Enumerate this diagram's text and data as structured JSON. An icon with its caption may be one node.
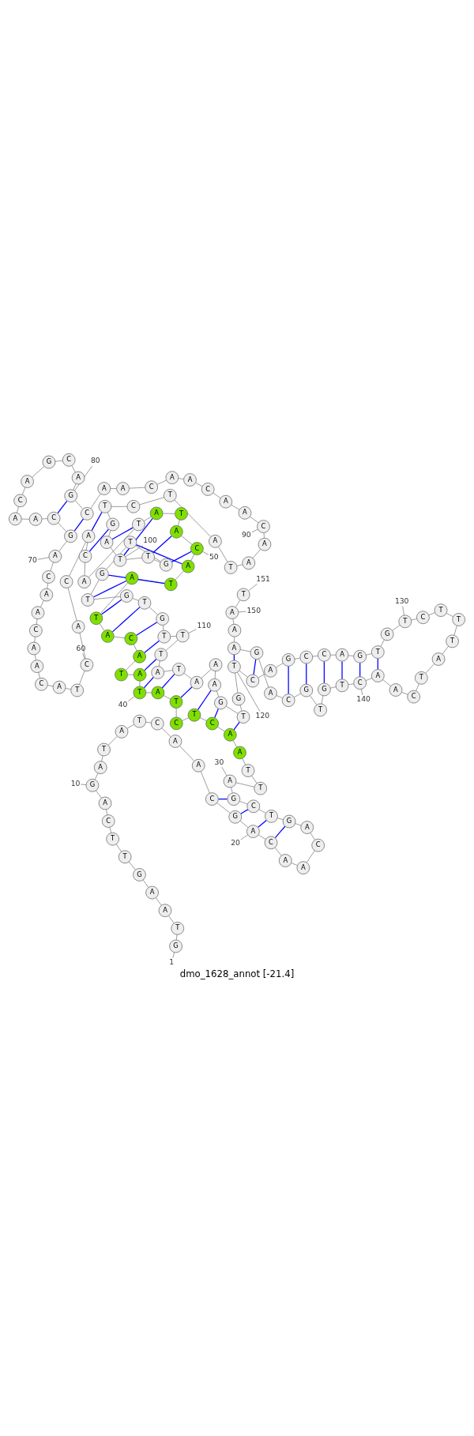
{
  "diagram": {
    "caption": "dmo_1628_annot [-21.4]",
    "nodes": [
      {
        "text": [
          "G"
        ]
      },
      {
        "text": [
          "T"
        ]
      },
      {
        "text": [
          "A"
        ]
      },
      {
        "text": [
          "A"
        ]
      },
      {
        "text": [
          "G"
        ]
      },
      {
        "text": [
          "T"
        ]
      },
      {
        "text": [
          "T"
        ]
      },
      {
        "text": [
          "C"
        ]
      },
      {
        "text": [
          "A"
        ]
      },
      {
        "text": [
          "G"
        ]
      },
      {
        "text": [
          "A"
        ]
      },
      {
        "text": [
          "T"
        ]
      },
      {
        "text": [
          "A"
        ]
      },
      {
        "text": [
          "T"
        ]
      },
      {
        "text": [
          "C"
        ]
      },
      {
        "text": [
          "A"
        ]
      },
      {
        "text": [
          "A"
        ]
      },
      {
        "text": [
          "C"
        ]
      },
      {
        "text": [
          "G"
        ]
      },
      {
        "text": [
          "A"
        ]
      },
      {
        "text": [
          "C"
        ]
      },
      {
        "text": [
          "A"
        ]
      },
      {
        "text": [
          "A"
        ]
      },
      {
        "text": [
          "C"
        ]
      },
      {
        "text": [
          "A"
        ]
      },
      {
        "text": [
          "G"
        ]
      },
      {
        "text": [
          "T"
        ]
      },
      {
        "text": [
          "C"
        ]
      },
      {
        "text": [
          "G"
        ]
      },
      {
        "text": [
          "A"
        ]
      },
      {
        "text": [
          "T"
        ]
      },
      {
        "text": [
          "T"
        ]
      },
      {
        "text": [
          "A"
        ]
      },
      {
        "text": [
          "A"
        ]
      },
      {
        "text": [
          "C"
        ]
      },
      {
        "text": [
          "T"
        ]
      },
      {
        "text": [
          "C"
        ]
      },
      {
        "text": [
          "T"
        ]
      },
      {
        "text": [
          "A"
        ]
      },
      {
        "text": [
          "T"
        ]
      },
      {
        "text": [
          "A"
        ]
      },
      {
        "text": [
          "T"
        ]
      },
      {
        "text": [
          "A"
        ]
      },
      {
        "text": [
          "C"
        ]
      },
      {
        "text": [
          "A"
        ]
      },
      {
        "text": [
          "T"
        ]
      },
      {
        "text": [
          "A"
        ]
      },
      {
        "text": [
          "T"
        ]
      },
      {
        "text": [
          "A"
        ]
      },
      {
        "text": [
          "C"
        ]
      },
      {
        "text": [
          "A"
        ]
      },
      {
        "text": [
          "T"
        ]
      },
      {
        "text": [
          "A"
        ]
      },
      {
        "text": [
          "T"
        ]
      },
      {
        "text": [
          "A"
        ]
      },
      {
        "text": [
          "C"
        ]
      },
      {
        "text": [
          "A"
        ]
      },
      {
        "text": [
          "C"
        ]
      },
      {
        "text": [
          "A"
        ]
      },
      {
        "text": [
          "C"
        ]
      },
      {
        "text": [
          "T"
        ]
      },
      {
        "text": [
          "A"
        ]
      },
      {
        "text": [
          "C"
        ]
      },
      {
        "text": [
          "A"
        ]
      },
      {
        "text": [
          "A"
        ]
      },
      {
        "text": [
          "C"
        ]
      },
      {
        "text": [
          "A"
        ]
      },
      {
        "text": [
          "A"
        ]
      },
      {
        "text": [
          "C"
        ]
      },
      {
        "text": [
          "A"
        ]
      },
      {
        "text": [
          "G"
        ]
      },
      {
        "text": [
          "C"
        ]
      },
      {
        "text": [
          "A"
        ]
      },
      {
        "text": [
          "A"
        ]
      },
      {
        "text": [
          "C"
        ]
      },
      {
        "text": [
          "A"
        ]
      },
      {
        "text": [
          "G"
        ]
      },
      {
        "text": [
          "C"
        ]
      },
      {
        "text": [
          "A"
        ]
      },
      {
        "text": [
          "G"
        ]
      },
      {
        "text": [
          "C"
        ]
      },
      {
        "text": [
          "A"
        ]
      },
      {
        "text": [
          "A"
        ]
      },
      {
        "text": [
          "C"
        ]
      },
      {
        "text": [
          "A"
        ]
      },
      {
        "text": [
          "A"
        ]
      },
      {
        "text": [
          "C"
        ]
      },
      {
        "text": [
          "A"
        ]
      },
      {
        "text": [
          "A"
        ]
      },
      {
        "text": [
          "C"
        ]
      },
      {
        "text": [
          "A"
        ]
      },
      {
        "text": [
          "A"
        ]
      },
      {
        "text": [
          "T"
        ]
      },
      {
        "text": [
          "A"
        ]
      },
      {
        "text": [
          "T"
        ]
      },
      {
        "text": [
          "C"
        ]
      },
      {
        "text": [
          "T"
        ]
      },
      {
        "text": [
          "G"
        ]
      },
      {
        "text": [
          "A"
        ]
      },
      {
        "text": [
          "T"
        ]
      },
      {
        "text": [
          "T"
        ]
      },
      {
        "text": [
          "G"
        ]
      },
      {
        "text": [
          "T"
        ]
      },
      {
        "text": [
          "G"
        ]
      },
      {
        "text": [
          "T"
        ]
      },
      {
        "text": [
          "G"
        ]
      },
      {
        "text": [
          "T"
        ]
      },
      {
        "text": [
          "G"
        ]
      },
      {
        "text": [
          "T"
        ]
      },
      {
        "text": [
          "T"
        ]
      },
      {
        "text": [
          "T"
        ]
      },
      {
        "text": [
          "A"
        ]
      },
      {
        "text": [
          "T"
        ]
      },
      {
        "text": [
          "A"
        ]
      },
      {
        "text": [
          "A"
        ]
      },
      {
        "text": [
          "A"
        ]
      },
      {
        "text": [
          "G"
        ]
      },
      {
        "text": [
          "T"
        ]
      },
      {
        "text": [
          "G"
        ]
      },
      {
        "text": [
          "T"
        ]
      },
      {
        "text": [
          "C"
        ]
      },
      {
        "text": [
          "A"
        ]
      },
      {
        "text": [
          "G"
        ]
      },
      {
        "text": [
          "C"
        ]
      },
      {
        "text": [
          "C"
        ]
      },
      {
        "text": [
          "A"
        ]
      },
      {
        "text": [
          "G"
        ]
      },
      {
        "text": [
          "T"
        ]
      },
      {
        "text": [
          "G"
        ]
      },
      {
        "text": [
          "T"
        ]
      },
      {
        "text": [
          "C"
        ]
      },
      {
        "text": [
          "T"
        ]
      },
      {
        "text": [
          "T"
        ]
      },
      {
        "text": [
          "T"
        ]
      },
      {
        "text": [
          "A"
        ]
      },
      {
        "text": [
          "T"
        ]
      },
      {
        "text": [
          "C"
        ]
      },
      {
        "text": [
          "A"
        ]
      },
      {
        "text": [
          "A"
        ]
      },
      {
        "text": [
          "C"
        ]
      },
      {
        "text": [
          "T"
        ]
      },
      {
        "text": [
          "G"
        ]
      },
      {
        "text": [
          "T"
        ]
      },
      {
        "text": [
          "G"
        ]
      },
      {
        "text": [
          "C"
        ]
      },
      {
        "text": [
          "A"
        ]
      },
      {
        "text": [
          "G"
        ]
      },
      {
        "text": [
          "A"
        ]
      },
      {
        "text": [
          "A"
        ]
      },
      {
        "text": [
          "A"
        ]
      },
      {
        "text": [
          "T"
        ]
      },
      {
        "text": [
          "1"
        ]
      },
      {
        "text": [
          "10"
        ]
      },
      {
        "text": [
          "20"
        ]
      },
      {
        "text": [
          "30"
        ]
      },
      {
        "text": [
          "40"
        ]
      },
      {
        "text": [
          "50"
        ]
      },
      {
        "text": [
          "60"
        ]
      },
      {
        "text": [
          "70"
        ]
      },
      {
        "text": [
          "80"
        ]
      },
      {
        "text": [
          "90"
        ]
      },
      {
        "text": [
          "100"
        ]
      },
      {
        "text": [
          "110"
        ]
      },
      {
        "text": [
          "120"
        ]
      },
      {
        "text": [
          "130"
        ]
      },
      {
        "text": [
          "140"
        ]
      },
      {
        "text": [
          "150"
        ]
      },
      {
        "text": [
          "151"
        ]
      }
    ],
    "edges": [
      {
        "from": 0,
        "to": 1,
        "arrow": "none"
      },
      {
        "from": 1,
        "to": 2,
        "arrow": "none"
      },
      {
        "from": 2,
        "to": 3,
        "arrow": "none"
      },
      {
        "from": 3,
        "to": 4,
        "arrow": "none"
      },
      {
        "from": 4,
        "to": 5,
        "arrow": "none"
      },
      {
        "from": 5,
        "to": 6,
        "arrow": "none"
      },
      {
        "from": 6,
        "to": 7,
        "arrow": "none"
      },
      {
        "from": 7,
        "to": 8,
        "arrow": "none"
      },
      {
        "from": 8,
        "to": 9,
        "arrow": "none"
      },
      {
        "from": 9,
        "to": 10,
        "arrow": "none"
      },
      {
        "from": 10,
        "to": 11,
        "arrow": "none"
      },
      {
        "from": 11,
        "to": 12,
        "arrow": "none"
      },
      {
        "from": 12,
        "to": 13,
        "arrow": "none"
      },
      {
        "from": 13,
        "to": 14,
        "arrow": "none"
      },
      {
        "from": 14,
        "to": 15,
        "arrow": "none"
      },
      {
        "from": 15,
        "to": 16,
        "arrow": "none"
      },
      {
        "from": 16,
        "to": 17,
        "arrow": "none"
      },
      {
        "from": 17,
        "to": 18,
        "arrow": "none"
      },
      {
        "from": 18,
        "to": 19,
        "arrow": "none"
      },
      {
        "from": 19,
        "to": 20,
        "arrow": "none"
      },
      {
        "from": 20,
        "to": 21,
        "arrow": "none"
      },
      {
        "from": 21,
        "to": 22,
        "arrow": "none"
      },
      {
        "from": 22,
        "to": 23,
        "arrow": "none"
      },
      {
        "from": 23,
        "to": 24,
        "arrow": "none"
      },
      {
        "from": 24,
        "to": 25,
        "arrow": "none"
      },
      {
        "from": 25,
        "to": 26,
        "arrow": "none"
      },
      {
        "from": 26,
        "to": 27,
        "arrow": "none"
      },
      {
        "from": 27,
        "to": 28,
        "arrow": "none"
      },
      {
        "from": 28,
        "to": 29,
        "arrow": "none"
      },
      {
        "from": 29,
        "to": 30,
        "arrow": "none"
      },
      {
        "from": 30,
        "to": 31,
        "arrow": "none"
      },
      {
        "from": 31,
        "to": 32,
        "arrow": "none"
      },
      {
        "from": 32,
        "to": 33,
        "arrow": "none"
      },
      {
        "from": 33,
        "to": 34,
        "arrow": "none"
      },
      {
        "from": 34,
        "to": 35,
        "arrow": "none"
      },
      {
        "from": 35,
        "to": 36,
        "arrow": "none"
      },
      {
        "from": 36,
        "to": 37,
        "arrow": "none"
      },
      {
        "from": 37,
        "to": 38,
        "arrow": "none"
      },
      {
        "from": 38,
        "to": 39,
        "arrow": "none"
      },
      {
        "from": 39,
        "to": 40,
        "arrow": "none"
      },
      {
        "from": 40,
        "to": 41,
        "arrow": "none"
      },
      {
        "from": 41,
        "to": 42,
        "arrow": "none"
      },
      {
        "from": 42,
        "to": 43,
        "arrow": "none"
      },
      {
        "from": 43,
        "to": 44,
        "arrow": "none"
      },
      {
        "from": 44,
        "to": 45,
        "arrow": "none"
      },
      {
        "from": 45,
        "to": 46,
        "arrow": "none"
      },
      {
        "from": 46,
        "to": 47,
        "arrow": "none"
      },
      {
        "from": 47,
        "to": 48,
        "arrow": "none"
      },
      {
        "from": 48,
        "to": 49,
        "arrow": "none"
      },
      {
        "from": 49,
        "to": 50,
        "arrow": "none"
      },
      {
        "from": 50,
        "to": 51,
        "arrow": "none"
      },
      {
        "from": 51,
        "to": 52,
        "arrow": "none"
      },
      {
        "from": 52,
        "to": 53,
        "arrow": "none"
      },
      {
        "from": 53,
        "to": 54,
        "arrow": "none"
      },
      {
        "from": 54,
        "to": 55,
        "arrow": "none"
      },
      {
        "from": 55,
        "to": 56,
        "arrow": "none"
      },
      {
        "from": 56,
        "to": 57,
        "arrow": "none"
      },
      {
        "from": 57,
        "to": 58,
        "arrow": "none"
      },
      {
        "from": 58,
        "to": 59,
        "arrow": "none"
      },
      {
        "from": 59,
        "to": 60,
        "arrow": "none"
      },
      {
        "from": 60,
        "to": 61,
        "arrow": "none"
      },
      {
        "from": 61,
        "to": 62,
        "arrow": "none"
      },
      {
        "from": 62,
        "to": 63,
        "arrow": "none"
      },
      {
        "from": 63,
        "to": 64,
        "arrow": "none"
      },
      {
        "from": 64,
        "to": 65,
        "arrow": "none"
      },
      {
        "from": 65,
        "to": 66,
        "arrow": "none"
      },
      {
        "from": 66,
        "to": 67,
        "arrow": "none"
      },
      {
        "from": 67,
        "to": 68,
        "arrow": "none"
      },
      {
        "from": 68,
        "to": 69,
        "arrow": "none"
      },
      {
        "from": 69,
        "to": 70,
        "arrow": "none"
      },
      {
        "from": 70,
        "to": 71,
        "arrow": "none"
      },
      {
        "from": 71,
        "to": 72,
        "arrow": "none"
      },
      {
        "from": 72,
        "to": 73,
        "arrow": "none"
      },
      {
        "from": 73,
        "to": 74,
        "arrow": "none"
      },
      {
        "from": 74,
        "to": 75,
        "arrow": "none"
      },
      {
        "from": 75,
        "to": 76,
        "arrow": "none"
      },
      {
        "from": 76,
        "to": 77,
        "arrow": "none"
      },
      {
        "from": 77,
        "to": 78,
        "arrow": "none"
      },
      {
        "from": 78,
        "to": 79,
        "arrow": "none"
      },
      {
        "from": 79,
        "to": 80,
        "arrow": "none"
      },
      {
        "from": 80,
        "to": 81,
        "arrow": "none"
      },
      {
        "from": 81,
        "to": 82,
        "arrow": "none"
      },
      {
        "from": 82,
        "to": 83,
        "arrow": "none"
      },
      {
        "from": 83,
        "to": 84,
        "arrow": "none"
      },
      {
        "from": 84,
        "to": 85,
        "arrow": "none"
      },
      {
        "from": 85,
        "to": 86,
        "arrow": "none"
      },
      {
        "from": 86,
        "to": 87,
        "arrow": "none"
      },
      {
        "from": 87,
        "to": 88,
        "arrow": "none"
      },
      {
        "from": 88,
        "to": 89,
        "arrow": "none"
      },
      {
        "from": 89,
        "to": 90,
        "arrow": "none"
      },
      {
        "from": 90,
        "to": 91,
        "arrow": "none"
      },
      {
        "from": 91,
        "to": 92,
        "arrow": "none"
      },
      {
        "from": 92,
        "to": 93,
        "arrow": "none"
      },
      {
        "from": 93,
        "to": 94,
        "arrow": "none"
      },
      {
        "from": 94,
        "to": 95,
        "arrow": "none"
      },
      {
        "from": 95,
        "to": 96,
        "arrow": "none"
      },
      {
        "from": 96,
        "to": 97,
        "arrow": "none"
      },
      {
        "from": 97,
        "to": 98,
        "arrow": "none"
      },
      {
        "from": 98,
        "to": 99,
        "arrow": "none"
      },
      {
        "from": 99,
        "to": 100,
        "arrow": "none"
      },
      {
        "from": 100,
        "to": 101,
        "arrow": "none"
      },
      {
        "from": 101,
        "to": 102,
        "arrow": "none"
      },
      {
        "from": 102,
        "to": 103,
        "arrow": "none"
      },
      {
        "from": 103,
        "to": 104,
        "arrow": "none"
      },
      {
        "from": 104,
        "to": 105,
        "arrow": "none"
      },
      {
        "from": 105,
        "to": 106,
        "arrow": "none"
      },
      {
        "from": 106,
        "to": 107,
        "arrow": "none"
      },
      {
        "from": 107,
        "to": 108,
        "arrow": "none"
      },
      {
        "from": 108,
        "to": 109,
        "arrow": "none"
      },
      {
        "from": 109,
        "to": 110,
        "arrow": "none"
      },
      {
        "from": 110,
        "to": 111,
        "arrow": "none"
      },
      {
        "from": 111,
        "to": 112,
        "arrow": "none"
      },
      {
        "from": 112,
        "to": 113,
        "arrow": "none"
      },
      {
        "from": 113,
        "to": 114,
        "arrow": "none"
      },
      {
        "from": 114,
        "to": 115,
        "arrow": "none"
      },
      {
        "from": 115,
        "to": 116,
        "arrow": "none"
      },
      {
        "from": 116,
        "to": 117,
        "arrow": "none"
      },
      {
        "from": 117,
        "to": 118,
        "arrow": "none"
      },
      {
        "from": 118,
        "to": 119,
        "arrow": "none"
      },
      {
        "from": 119,
        "to": 120,
        "arrow": "none"
      },
      {
        "from": 120,
        "to": 121,
        "arrow": "none"
      },
      {
        "from": 121,
        "to": 122,
        "arrow": "none"
      },
      {
        "from": 122,
        "to": 123,
        "arrow": "none"
      },
      {
        "from": 123,
        "to": 124,
        "arrow": "none"
      },
      {
        "from": 124,
        "to": 125,
        "arrow": "none"
      },
      {
        "from": 125,
        "to": 126,
        "arrow": "none"
      },
      {
        "from": 126,
        "to": 127,
        "arrow": "none"
      },
      {
        "from": 127,
        "to": 128,
        "arrow": "none"
      },
      {
        "from": 128,
        "to": 129,
        "arrow": "none"
      },
      {
        "from": 129,
        "to": 130,
        "arrow": "none"
      },
      {
        "from": 130,
        "to": 131,
        "arrow": "none"
      },
      {
        "from": 131,
        "to": 132,
        "arrow": "none"
      },
      {
        "from": 132,
        "to": 133,
        "arrow": "none"
      },
      {
        "from": 133,
        "to": 134,
        "arrow": "none"
      },
      {
        "from": 134,
        "to": 135,
        "arrow": "none"
      },
      {
        "from": 135,
        "to": 136,
        "arrow": "none"
      },
      {
        "from": 136,
        "to": 137,
        "arrow": "none"
      },
      {
        "from": 137,
        "to": 138,
        "arrow": "none"
      },
      {
        "from": 138,
        "to": 139,
        "arrow": "none"
      },
      {
        "from": 139,
        "to": 140,
        "arrow": "none"
      },
      {
        "from": 140,
        "to": 141,
        "arrow": "none"
      },
      {
        "from": 141,
        "to": 142,
        "arrow": "none"
      },
      {
        "from": 142,
        "to": 143,
        "arrow": "none"
      },
      {
        "from": 143,
        "to": 144,
        "arrow": "none"
      },
      {
        "from": 144,
        "to": 145,
        "arrow": "none"
      },
      {
        "from": 145,
        "to": 146,
        "arrow": "none"
      },
      {
        "from": 146,
        "to": 147,
        "arrow": "none"
      },
      {
        "from": 147,
        "to": 148,
        "arrow": "none"
      },
      {
        "from": 148,
        "to": 149,
        "arrow": "none"
      },
      {
        "from": 149,
        "to": 150,
        "arrow": "none"
      },
      {
        "from": 33,
        "to": 117,
        "arrow": "none",
        "color": "#0000ff"
      },
      {
        "from": 34,
        "to": 116,
        "arrow": "none",
        "color": "#0000ff"
      },
      {
        "from": 35,
        "to": 115,
        "arrow": "none",
        "color": "#0000ff"
      },
      {
        "from": 37,
        "to": 113,
        "arrow": "none",
        "color": "#0000ff"
      },
      {
        "from": 38,
        "to": 112,
        "arrow": "none",
        "color": "#0000ff"
      },
      {
        "from": 39,
        "to": 111,
        "arrow": "none",
        "color": "#0000ff"
      },
      {
        "from": 40,
        "to": 110,
        "arrow": "none",
        "color": "#0000ff"
      },
      {
        "from": 42,
        "to": 108,
        "arrow": "none",
        "color": "#0000ff"
      },
      {
        "from": 43,
        "to": 107,
        "arrow": "none",
        "color": "#0000ff"
      },
      {
        "from": 44,
        "to": 106,
        "arrow": "none",
        "color": "#0000ff"
      },
      {
        "from": 45,
        "to": 105,
        "arrow": "none",
        "color": "#0000ff"
      },
      {
        "from": 46,
        "to": 104,
        "arrow": "none",
        "color": "#0000ff"
      },
      {
        "from": 47,
        "to": 103,
        "arrow": "none",
        "color": "#0000ff"
      },
      {
        "from": 48,
        "to": 102,
        "arrow": "none",
        "color": "#0000ff"
      },
      {
        "from": 49,
        "to": 101,
        "arrow": "none",
        "color": "#0000ff"
      },
      {
        "from": 50,
        "to": 100,
        "arrow": "none",
        "color": "#0000ff"
      },
      {
        "from": 52,
        "to": 99,
        "arrow": "none",
        "color": "#0000ff"
      },
      {
        "from": 53,
        "to": 98,
        "arrow": "none",
        "color": "#0000ff"
      },
      {
        "from": 55,
        "to": 97,
        "arrow": "none",
        "color": "#0000ff"
      },
      {
        "from": 56,
        "to": 96,
        "arrow": "none",
        "color": "#0000ff"
      },
      {
        "from": 70,
        "to": 80,
        "arrow": "none",
        "color": "#0000ff"
      },
      {
        "from": 71,
        "to": 79,
        "arrow": "none",
        "color": "#0000ff"
      },
      {
        "from": 17,
        "to": 28,
        "arrow": "none",
        "color": "#0000ff"
      },
      {
        "from": 18,
        "to": 27,
        "arrow": "none",
        "color": "#0000ff"
      },
      {
        "from": 19,
        "to": 26,
        "arrow": "none",
        "color": "#0000ff"
      },
      {
        "from": 20,
        "to": 25,
        "arrow": "none",
        "color": "#0000ff"
      },
      {
        "from": 119,
        "to": 147,
        "arrow": "none",
        "color": "#0000ff"
      },
      {
        "from": 120,
        "to": 146,
        "arrow": "none",
        "color": "#0000ff"
      },
      {
        "from": 122,
        "to": 144,
        "arrow": "none",
        "color": "#0000ff"
      },
      {
        "from": 123,
        "to": 143,
        "arrow": "none",
        "color": "#0000ff"
      },
      {
        "from": 124,
        "to": 141,
        "arrow": "none",
        "color": "#0000ff"
      },
      {
        "from": 125,
        "to": 140,
        "arrow": "none",
        "color": "#0000ff"
      },
      {
        "from": 126,
        "to": 139,
        "arrow": "none",
        "color": "#0000ff"
      },
      {
        "from": 127,
        "to": 138,
        "arrow": "none",
        "color": "#0000ff"
      },
      {
        "from": 151,
        "to": 0,
        "arrow": "none"
      },
      {
        "from": 152,
        "to": 9,
        "arrow": "none"
      },
      {
        "from": 153,
        "to": 19,
        "arrow": "none"
      },
      {
        "from": 154,
        "to": 29,
        "arrow": "none"
      },
      {
        "from": 155,
        "to": 39,
        "arrow": "none"
      },
      {
        "from": 156,
        "to": 49,
        "arrow": "none"
      },
      {
        "from": 157,
        "to": 59,
        "arrow": "none"
      },
      {
        "from": 158,
        "to": 69,
        "arrow": "none"
      },
      {
        "from": 159,
        "to": 79,
        "arrow": "none"
      },
      {
        "from": 160,
        "to": 89,
        "arrow": "none"
      },
      {
        "from": 161,
        "to": 99,
        "arrow": "none"
      },
      {
        "from": 162,
        "to": 109,
        "arrow": "none"
      },
      {
        "from": 163,
        "to": 119,
        "arrow": "none"
      },
      {
        "from": 164,
        "to": 129,
        "arrow": "none"
      },
      {
        "from": 165,
        "to": 139,
        "arrow": "none"
      },
      {
        "from": 166,
        "to": 149,
        "arrow": "none"
      },
      {
        "from": 167,
        "to": 150,
        "arrow": "none"
      }
    ]
  }
}
